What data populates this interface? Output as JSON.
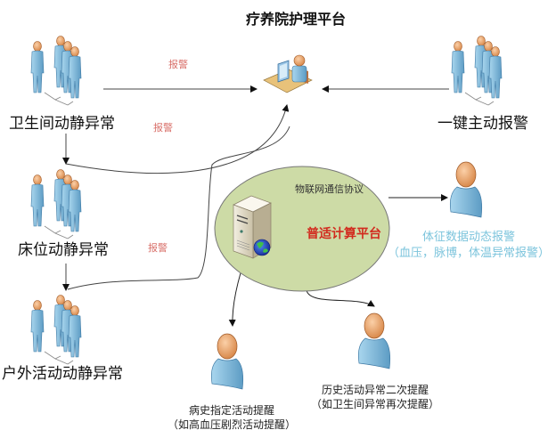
{
  "title": "疗养院护理平台",
  "groups": {
    "bathroom": {
      "label": "卫生间动静异常",
      "icon": "group-of-people-icon"
    },
    "bed": {
      "label": "床位动静异常",
      "icon": "group-of-people-icon"
    },
    "outdoor": {
      "label": "户外活动动静异常",
      "icon": "group-of-people-icon"
    },
    "one_key": {
      "label": "一键主动报警",
      "icon": "group-of-people-icon"
    }
  },
  "nurse_station": {
    "icon": "nurse-operator-workstation-icon"
  },
  "alarm_labels": [
    "报警",
    "报警",
    "报警"
  ],
  "platform": {
    "protocol_label": "物联网通信协议",
    "name": "普适计算平台",
    "icon": "server-with-globe-icon",
    "fill_color": "#cddba6",
    "name_color": "#d22a1e"
  },
  "outputs": {
    "vitals": {
      "line1": "体征数据动态报警",
      "line2": "（血压，脉博，体温异常报警）",
      "color": "#7cc4dc",
      "icon": "person-icon"
    },
    "history": {
      "line1": "病史指定活动提醒",
      "line2": "（如高血压剧烈活动提醒）",
      "icon": "person-icon"
    },
    "repeat": {
      "line1": "历史活动异常二次提醒",
      "line2": "（如卫生间异常再次提醒）",
      "icon": "person-icon"
    }
  },
  "colors": {
    "alarm_text": "#d9706a",
    "figure_blue": "#8cc4e0",
    "head_orange": "#e8a06a"
  }
}
